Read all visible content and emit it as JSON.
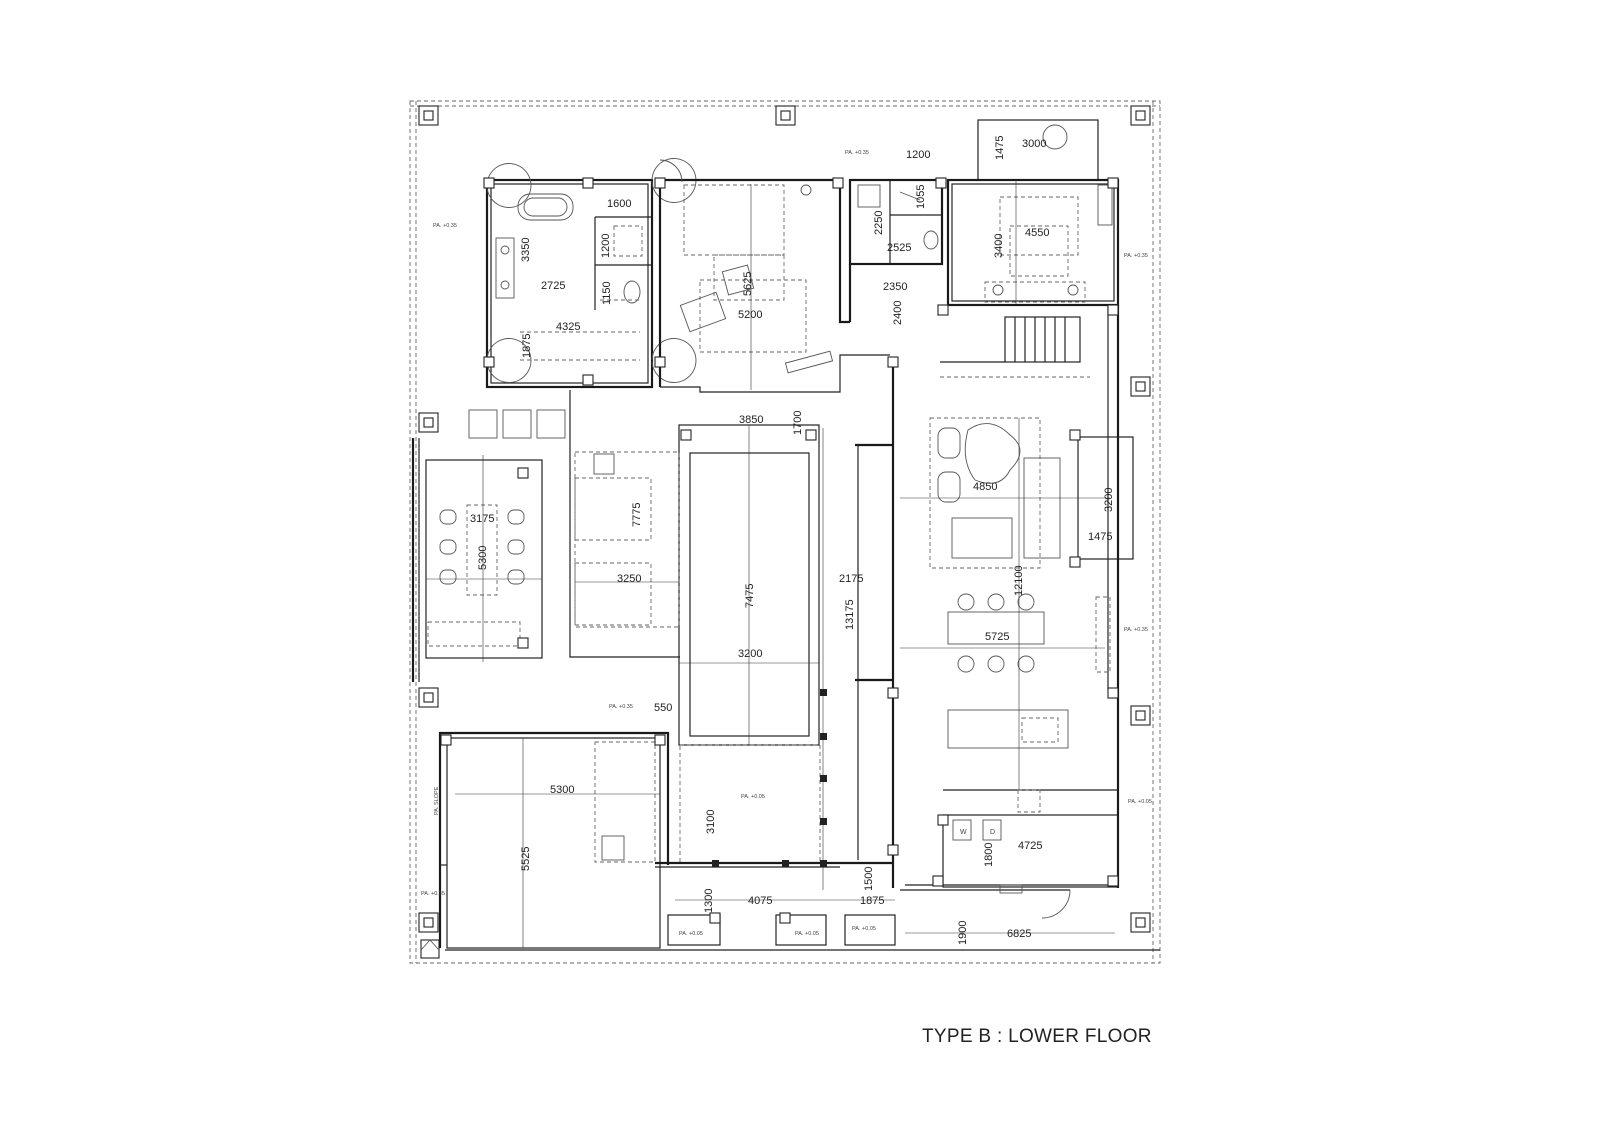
{
  "caption": "TYPE B : LOWER FLOOR",
  "dimensions": {
    "d1200": "1200",
    "d3000": "3000",
    "d1475a": "1475",
    "d1600": "1600",
    "d3350": "3350",
    "d1200b": "1200",
    "d2725": "2725",
    "d1150": "1150",
    "d4325": "4325",
    "d1875a": "1875",
    "d5625": "5625",
    "d5200": "5200",
    "d2250": "2250",
    "d1055": "1055",
    "d2525": "2525",
    "d2350": "2350",
    "d2400": "2400",
    "d3400": "3400",
    "d4550": "4550",
    "d3850": "3850",
    "d1700": "1700",
    "d7775": "7775",
    "d3175": "3175",
    "d5300a": "5300",
    "d3250": "3250",
    "d7475": "7475",
    "d2175": "2175",
    "d3200a": "3200",
    "d13175": "13175",
    "d4850": "4850",
    "d3200b": "3200",
    "d1475b": "1475",
    "d12100": "12100",
    "d5725": "5725",
    "d550": "550",
    "d5300b": "5300",
    "d3100": "3100",
    "d5525": "5525",
    "d4725": "4725",
    "d1800": "1800",
    "d1500": "1500",
    "d1300": "1300",
    "d4075": "4075",
    "d1875b": "1875",
    "d1900": "1900",
    "d6825": "6825"
  },
  "notes": {
    "pa035_a": "PA. +0.35",
    "pa035_b": "PA. +0.35",
    "pa035_c": "PA. +0.35",
    "pa035_d": "PA. +0.35",
    "pa035_e": "PA. +0.35",
    "pa035_f": "PA. +0.35",
    "pa005_a": "PA. +0.05",
    "pa005_b": "PA. +0.05",
    "pa005_c": "PA. +0.05",
    "pa005_d": "PA. +0.05",
    "pa005_e": "PA. +0.05",
    "pa005_f": "PA. +0.05",
    "pa_slope": "PA. SLOPE"
  },
  "labels": {
    "washer": "W",
    "dryer": "D"
  }
}
